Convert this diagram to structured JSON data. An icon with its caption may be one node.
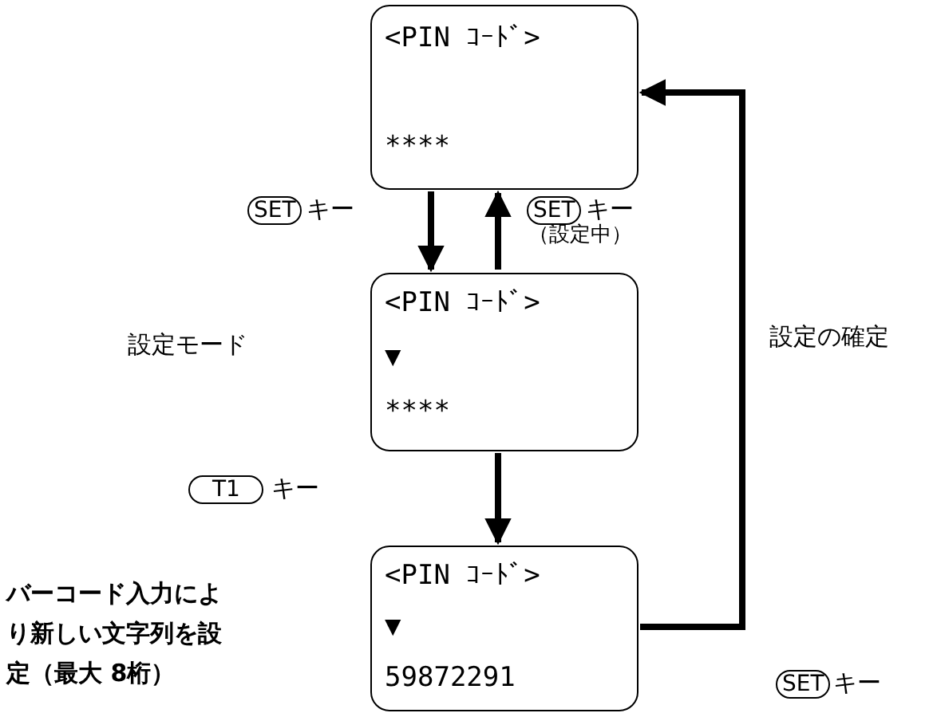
{
  "diagram": {
    "nodes": [
      {
        "text": [
          "<PIN ｺｰﾄﾞ>",
          "****"
        ]
      },
      {
        "text": [
          "<PIN ｺｰﾄﾞ>",
          "▼",
          "****"
        ]
      },
      {
        "text": [
          "<PIN ｺｰﾄﾞ>",
          "▼",
          "59872291"
        ]
      }
    ],
    "edges": [
      {
        "from": 0,
        "to": 1,
        "arrow": "to"
      },
      {
        "from": 1,
        "to": 0,
        "arrow": "to"
      },
      {
        "from": 1,
        "to": 2,
        "arrow": "to"
      },
      {
        "from": 2,
        "to": 0,
        "arrow": "to",
        "label": "設定の確定"
      }
    ],
    "labels": [
      "SET",
      "キー",
      "SET",
      "キー",
      "（設定中）",
      "設定モード",
      "T1",
      "キー",
      "バーコード入力により新しい文字列を設定（最大 8桁）",
      "SET",
      "キー"
    ]
  }
}
